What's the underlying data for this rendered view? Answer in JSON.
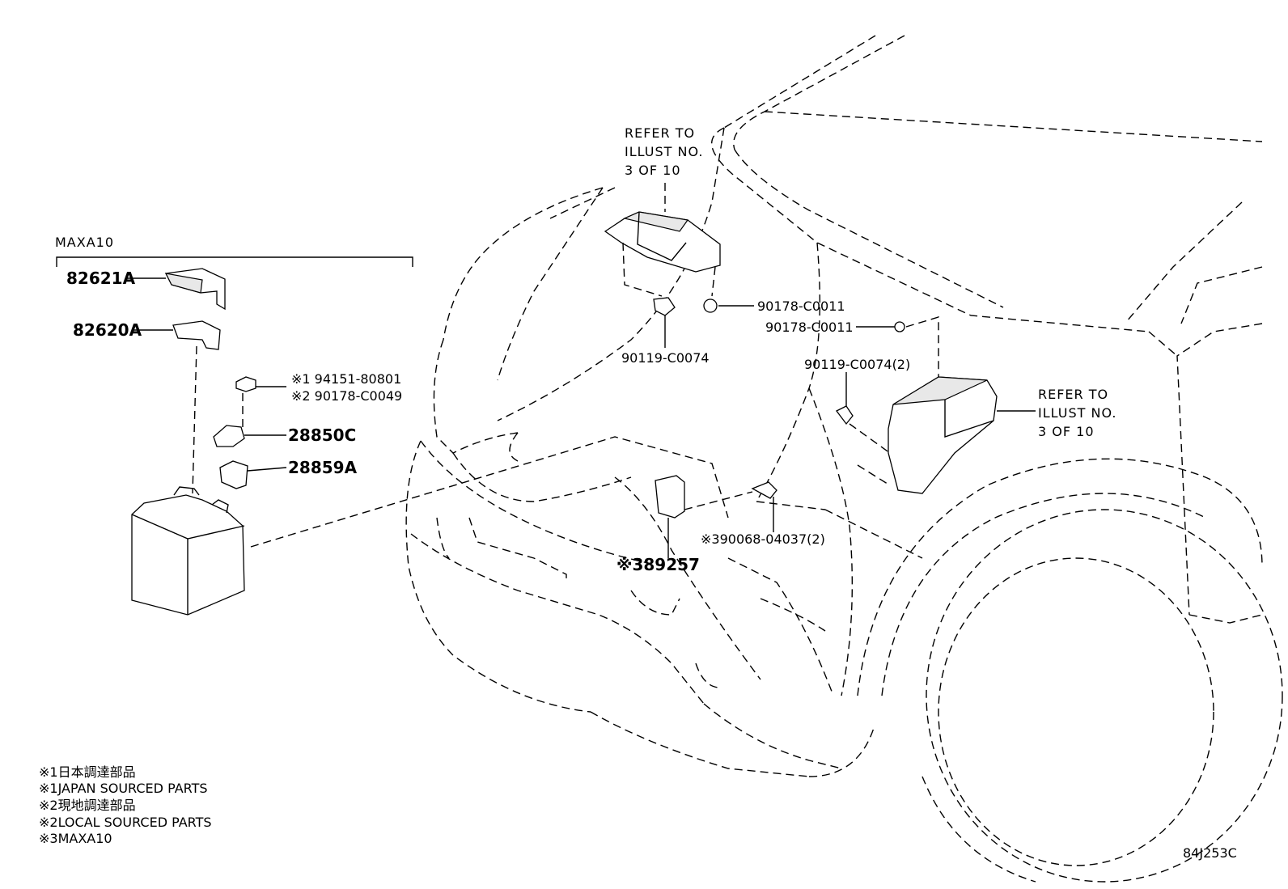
{
  "model_label": "MAXA10",
  "refer_upper": {
    "line1": "REFER TO",
    "line2": "ILLUST NO.",
    "line3": "3 OF 10"
  },
  "refer_right": {
    "line1": "REFER TO",
    "line2": "ILLUST NO.",
    "line3": "3 OF 10"
  },
  "parts": {
    "p82621A": "82621A",
    "p82620A": "82620A",
    "p94151_80801": "※1 94151-80801",
    "p90178_C0049": "※2 90178-C0049",
    "p28850C": "28850C",
    "p28859A": "28859A",
    "p90178_C0011_a": "90178-C0011",
    "p90178_C0011_b": "90178-C0011",
    "p90119_C0074": "90119-C0074",
    "p90119_C0074_2": "90119-C0074(2)",
    "p90068_04037": "※390068-04037(2)",
    "p89257": "※389257"
  },
  "notes": [
    "※1日本調達部品",
    "※1JAPAN SOURCED PARTS",
    "※2現地調達部品",
    "※2LOCAL SOURCED PARTS",
    "※3MAXA10"
  ],
  "diagram_code": "84J253C"
}
